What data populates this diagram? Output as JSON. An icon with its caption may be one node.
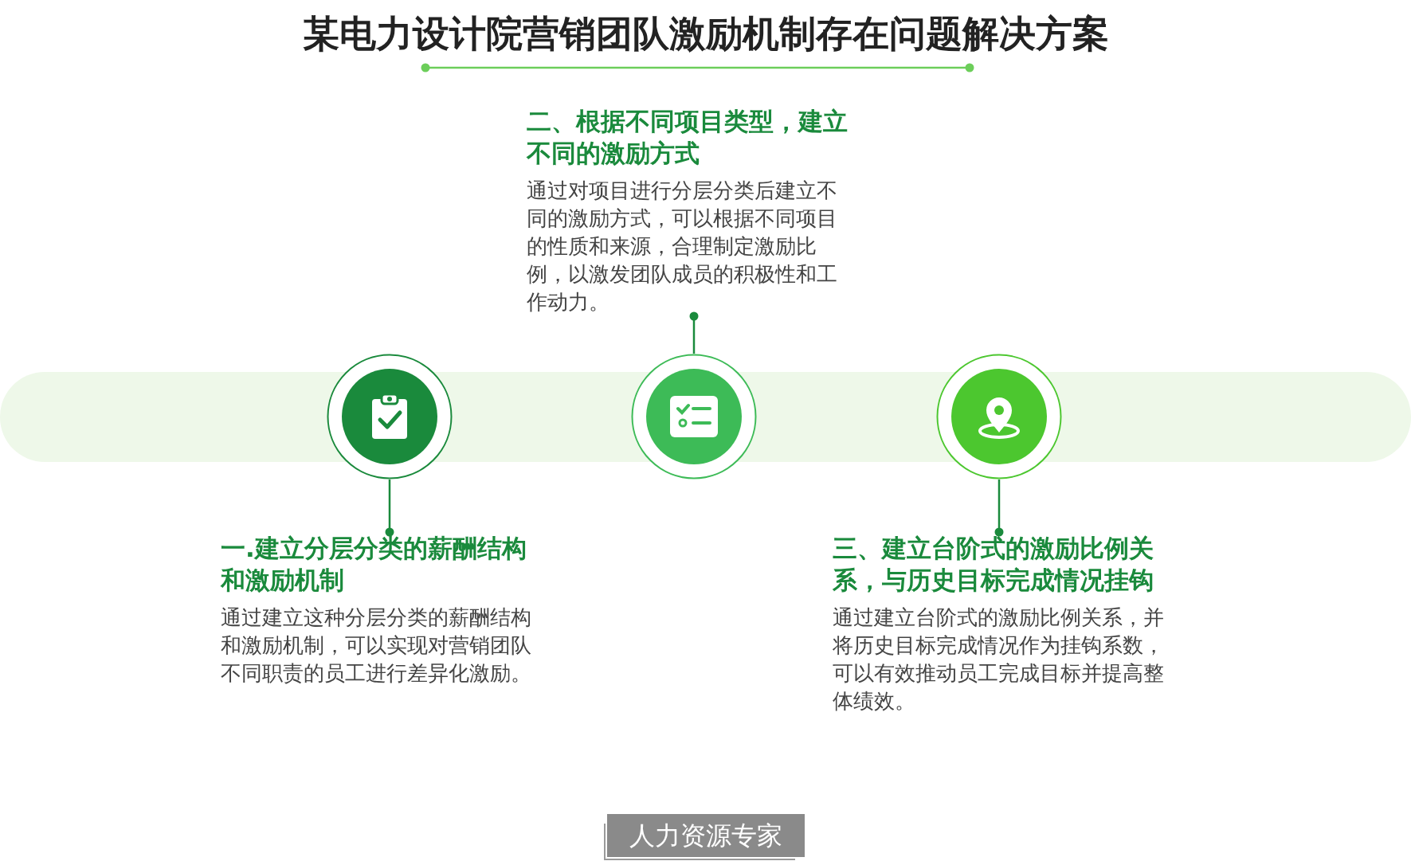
{
  "diagram": {
    "title": "某电力设计院营销团队激励机制存在问题解决方案",
    "nodes": [
      {
        "text": [
          "二、根据不同项目类型，建立不同的激励方式",
          "通过对项目进行分层分类后建立不同的激励方式，可以根据不同项目的性质和来源，合理制定激励比例，以激发团队成员的积极性和工作动力。"
        ]
      },
      {
        "text": [],
        "shape": "circle"
      },
      {
        "text": [],
        "shape": "circle"
      },
      {
        "text": [],
        "shape": "circle"
      },
      {
        "text": [
          "一.建立分层分类的薪酬结构和激励机制",
          "通过建立这种分层分类的薪酬结构和激励机制，可以实现对营销团队不同职责的员工进行差异化激励。"
        ]
      },
      {
        "text": [
          "三、建立台阶式的激励比例关系，与历史目标完成情况挂钩",
          "通过建立台阶式的激励比例关系，并将历史目标完成情况作为挂钩系数，可以有效推动员工完成目标并提高整体绩效。"
        ]
      }
    ],
    "edges": [
      {
        "from": 2,
        "to": 0,
        "arrow": "other"
      },
      {
        "from": 1,
        "to": 4,
        "arrow": "other"
      },
      {
        "from": 3,
        "to": 5,
        "arrow": "other"
      }
    ],
    "labels": [
      "人力资源专家"
    ]
  }
}
